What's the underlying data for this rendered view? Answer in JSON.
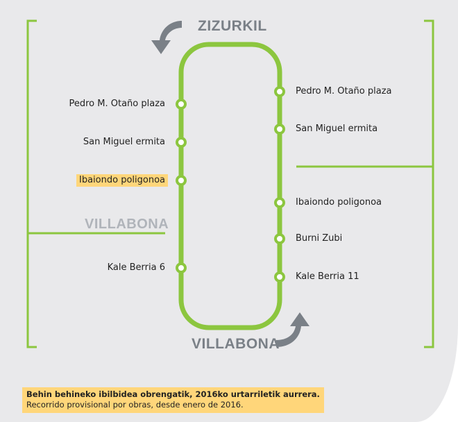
{
  "cities": {
    "top": "ZIZURKIL",
    "middle": "VILLABONA",
    "bottom": "VILLABONA"
  },
  "left_stops": [
    "Pedro M. Otaño plaza",
    "San Miguel ermita",
    "Ibaiondo poligonoa",
    "Kale Berria 6"
  ],
  "right_stops": [
    "Pedro M. Otaño plaza",
    "San Miguel ermita",
    "Ibaiondo poligonoa",
    "Burni Zubi",
    "Kale Berria 11"
  ],
  "highlighted_stop": "Ibaiondo poligonoa",
  "note": {
    "line1": "Behin behineko ibilbidea obrengatik, 2016ko urtarriletik aurrera.",
    "line2": "Recorrido provisional por obras, desde enero de 2016."
  },
  "colors": {
    "line": "#8cc63f",
    "arrow": "#7a8087",
    "highlight": "#ffd67a",
    "background": "#e9e9eb"
  }
}
